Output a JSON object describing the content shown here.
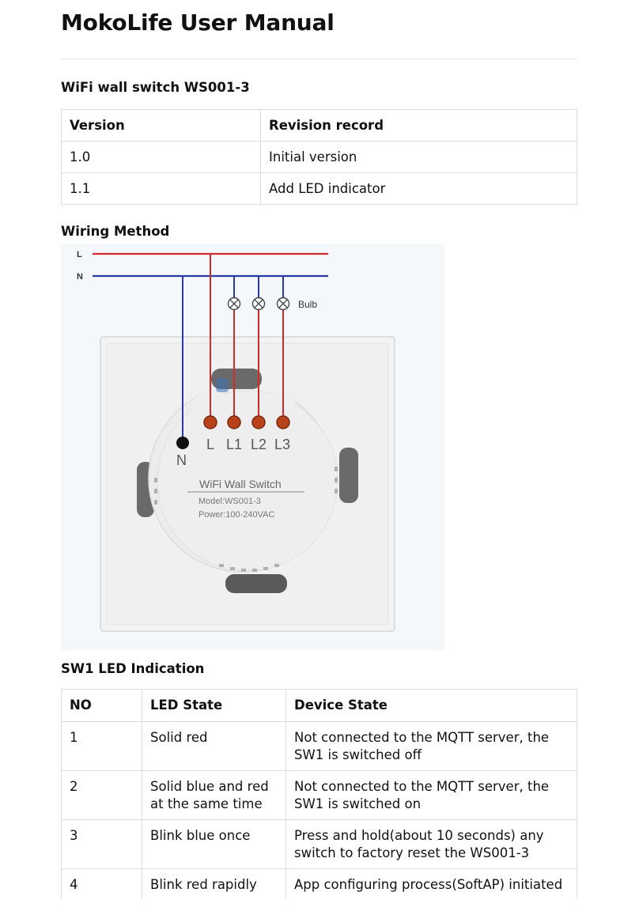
{
  "title": "MokoLife User Manual",
  "section1": {
    "heading": "WiFi wall switch WS001-3",
    "columns": [
      "Version",
      "Revision record"
    ],
    "rows": [
      [
        "1.0",
        "Initial version"
      ],
      [
        "1.1",
        "Add LED indicator"
      ]
    ]
  },
  "section2": {
    "heading": "Wiring Method",
    "diagram": {
      "line_L": "L",
      "line_N": "N",
      "bulb": "Bulb",
      "terminals": [
        "L",
        "L1",
        "L2",
        "L3"
      ],
      "neutral": "N",
      "device_name": "WiFi Wall Switch",
      "model": "Model:WS001-3",
      "power": "Power:100-240VAC",
      "colors": {
        "live": "#d42a2a",
        "neutral": "#2a3aa8",
        "terminal": "#b8431a"
      }
    }
  },
  "section3": {
    "heading": "SW1 LED Indication",
    "columns": [
      "NO",
      "LED State",
      "Device State"
    ],
    "rows": [
      [
        "1",
        "Solid red",
        "Not connected to the MQTT server, the SW1 is switched off"
      ],
      [
        "2",
        "Solid blue and red at the same time",
        "Not connected to the MQTT server, the SW1 is switched on"
      ],
      [
        "3",
        "Blink blue once",
        "Press and hold(about 10 seconds) any switch to factory reset the WS001-3"
      ],
      [
        "4",
        "Blink red rapidly",
        "App configuring process(SoftAP) initiated"
      ]
    ]
  }
}
